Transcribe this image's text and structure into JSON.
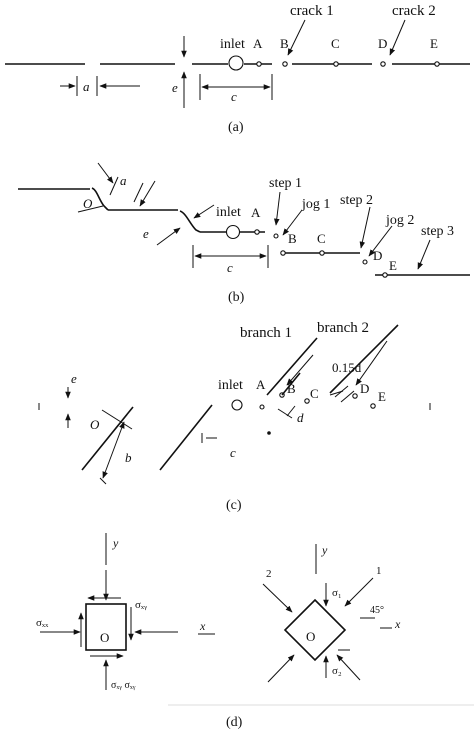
{
  "panels": {
    "a": {
      "caption": "(a)",
      "labels": {
        "crack1": "crack 1",
        "crack2": "crack 2",
        "inlet": "inlet",
        "A": "A",
        "B": "B",
        "C": "C",
        "D": "D",
        "E": "E",
        "a": "a",
        "c": "c",
        "e": "e"
      }
    },
    "b": {
      "caption": "(b)",
      "labels": {
        "step1": "step 1",
        "jog1": "jog 1",
        "step2": "step 2",
        "jog2": "jog 2",
        "step3": "step 3",
        "inlet": "inlet",
        "A": "A",
        "B": "B",
        "C": "C",
        "D": "D",
        "E": "E",
        "a": "a",
        "c": "c",
        "e": "e",
        "O": "O"
      }
    },
    "c": {
      "caption": "(c)",
      "labels": {
        "branch1": "branch 1",
        "branch2": "branch 2",
        "d015": "0.15d",
        "inlet": "inlet",
        "A": "A",
        "B": "B",
        "C": "C",
        "D": "D",
        "E": "E",
        "b": "b",
        "c": "c",
        "d": "d",
        "e": "e",
        "O": "O"
      }
    },
    "d": {
      "caption": "(d)",
      "left": {
        "y": "y",
        "x": "x",
        "center": "O",
        "sxx_left": "σₓₓ",
        "sxy_top": "σₓᵧ",
        "bottom": "σₓᵧ σₓᵧ"
      },
      "right": {
        "y": "y",
        "x": "x",
        "one": "1",
        "two": "2",
        "s1": "σ₁",
        "s2": "σ₂",
        "angle": "45°",
        "center": "O"
      }
    }
  }
}
